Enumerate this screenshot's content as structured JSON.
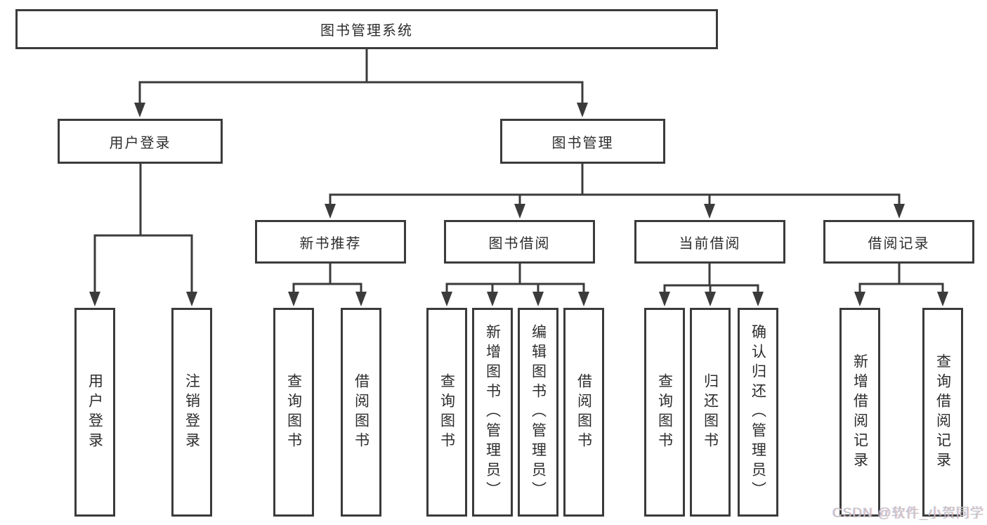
{
  "tree": {
    "root": {
      "label": "图书管理系统",
      "children": [
        {
          "label": "用户登录",
          "children": [
            {
              "label": "用户登录"
            },
            {
              "label": "注销登录"
            }
          ]
        },
        {
          "label": "图书管理",
          "children": [
            {
              "label": "新书推荐",
              "children": [
                {
                  "label": "查询图书"
                },
                {
                  "label": "借阅图书"
                }
              ]
            },
            {
              "label": "图书借阅",
              "children": [
                {
                  "label": "查询图书"
                },
                {
                  "label": "新增图书（管理员）"
                },
                {
                  "label": "编辑图书（管理员）"
                },
                {
                  "label": "借阅图书"
                }
              ]
            },
            {
              "label": "当前借阅",
              "children": [
                {
                  "label": "查询图书"
                },
                {
                  "label": "归还图书"
                },
                {
                  "label": "确认归还（管理员）"
                }
              ]
            },
            {
              "label": "借阅记录",
              "children": [
                {
                  "label": "新增借阅记录"
                },
                {
                  "label": "查询借阅记录"
                }
              ]
            }
          ]
        }
      ]
    }
  },
  "watermark": {
    "text": "CSDN @软件_小贺同学"
  },
  "colors": {
    "line": "#3b3b3b",
    "text": "#2d2d2d",
    "watermark": "#c5c5c5",
    "background": "#ffffff"
  }
}
